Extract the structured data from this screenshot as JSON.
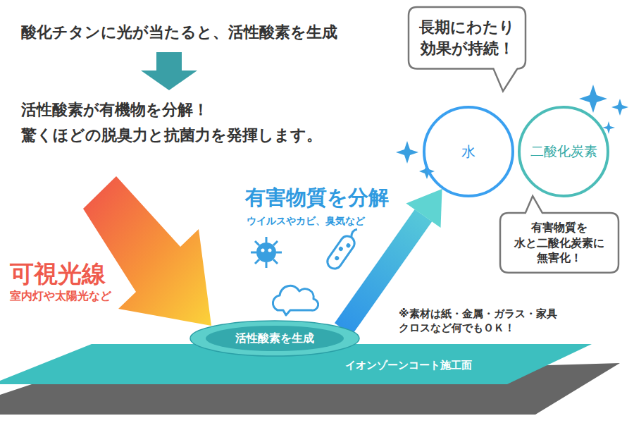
{
  "diagram": {
    "nodes": [
      {
        "text": [
          "長期にわたり 効果が持続！"
        ]
      },
      {
        "text": [
          "水"
        ]
      },
      {
        "text": [
          "二酸化炭素"
        ]
      },
      {
        "text": [
          "有害物質を 水と二酸化炭素に 無害化！"
        ]
      },
      {
        "text": [
          "イオンゾーンコート施工面"
        ]
      },
      {
        "text": [
          "活性酸素を生成"
        ],
        "in": 4
      }
    ],
    "edges": [
      {
        "from": 5,
        "to": 1,
        "arrow": "to"
      }
    ],
    "labels": [
      "酸化チタンに光が当たると、活性酸素を生成",
      "活性酸素が有機物を分解！",
      "驚くほどの脱臭力と抗菌力を発揮します。",
      "可視光線",
      "室内灯や太陽光など",
      "有害物質を分解",
      "ウイルスやカビ、臭気など",
      "※素材は紙・金属・ガラス・家具 クロスなど何でもＯＫ！"
    ]
  }
}
